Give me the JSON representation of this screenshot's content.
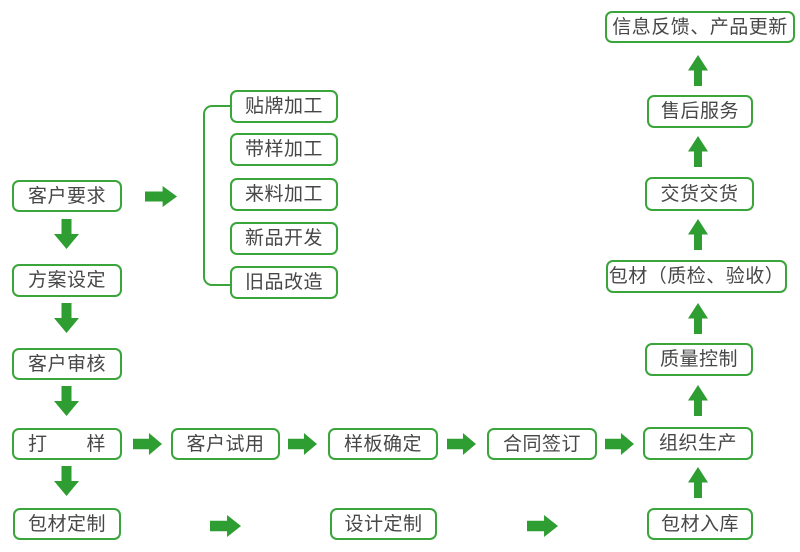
{
  "colors": {
    "arrow_green": "#2e9d32",
    "border_green": "#3aa53a",
    "text": "#474747",
    "background": "#ffffff"
  },
  "nodes": {
    "customer_requirements": "客户要求",
    "plan_setting": "方案设定",
    "customer_review": "客户审核",
    "sampling": "打　　样",
    "packaging_customization": "包材定制",
    "oem_processing": "贴牌加工",
    "sample_processing": "带样加工",
    "incoming_material_processing": "来料加工",
    "new_product_development": "新品开发",
    "old_product_renovation": "旧品改造",
    "customer_trial": "客户试用",
    "sample_confirmation": "样板确定",
    "contract_signing": "合同签订",
    "production_organization": "组织生产",
    "design_customization": "设计定制",
    "packaging_warehousing": "包材入库",
    "quality_control": "质量控制",
    "packaging_inspection": "包材（质检、验收）",
    "delivery": "交货交货",
    "after_sales_service": "售后服务",
    "info_feedback_product_update": "信息反馈、产品更新"
  },
  "bracket_group": {
    "source": "customer_requirements",
    "members": [
      "oem_processing",
      "sample_processing",
      "incoming_material_processing",
      "new_product_development",
      "old_product_renovation"
    ]
  },
  "flow_edges": [
    {
      "from": "customer_requirements",
      "to": "plan_setting"
    },
    {
      "from": "plan_setting",
      "to": "customer_review"
    },
    {
      "from": "customer_review",
      "to": "sampling"
    },
    {
      "from": "sampling",
      "to": "packaging_customization"
    },
    {
      "from": "customer_requirements",
      "to": "processing_options_bracket"
    },
    {
      "from": "sampling",
      "to": "customer_trial"
    },
    {
      "from": "customer_trial",
      "to": "sample_confirmation"
    },
    {
      "from": "sample_confirmation",
      "to": "contract_signing"
    },
    {
      "from": "contract_signing",
      "to": "production_organization"
    },
    {
      "from": "packaging_customization",
      "to": "design_customization"
    },
    {
      "from": "design_customization",
      "to": "packaging_warehousing"
    },
    {
      "from": "packaging_warehousing",
      "to": "production_organization"
    },
    {
      "from": "production_organization",
      "to": "quality_control"
    },
    {
      "from": "quality_control",
      "to": "packaging_inspection"
    },
    {
      "from": "packaging_inspection",
      "to": "delivery"
    },
    {
      "from": "delivery",
      "to": "after_sales_service"
    },
    {
      "from": "after_sales_service",
      "to": "info_feedback_product_update"
    }
  ]
}
